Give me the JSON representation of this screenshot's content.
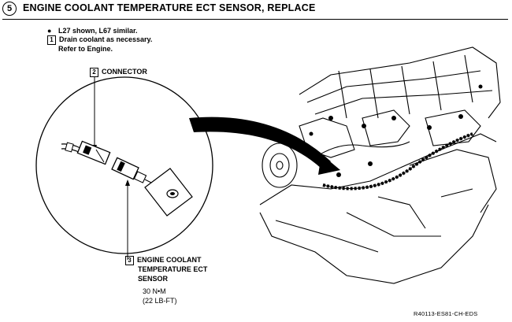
{
  "header": {
    "step_number": "5",
    "title": "ENGINE COOLANT TEMPERATURE ECT SENSOR, REPLACE"
  },
  "notes": {
    "bullet": "L27 shown, L67 similar.",
    "step1_number": "1",
    "step1_line1": "Drain coolant as necessary.",
    "step1_line2": "Refer to Engine."
  },
  "callouts": {
    "connector_number": "2",
    "connector_label": "CONNECTOR",
    "sensor_number": "3",
    "sensor_line1": "ENGINE COOLANT",
    "sensor_line2": "TEMPERATURE ECT",
    "sensor_line3": "SENSOR",
    "torque_nm": "30 N•M",
    "torque_lbft": "(22 LB-FT)"
  },
  "figure_code": "R40113-ES81-CH-EDS"
}
